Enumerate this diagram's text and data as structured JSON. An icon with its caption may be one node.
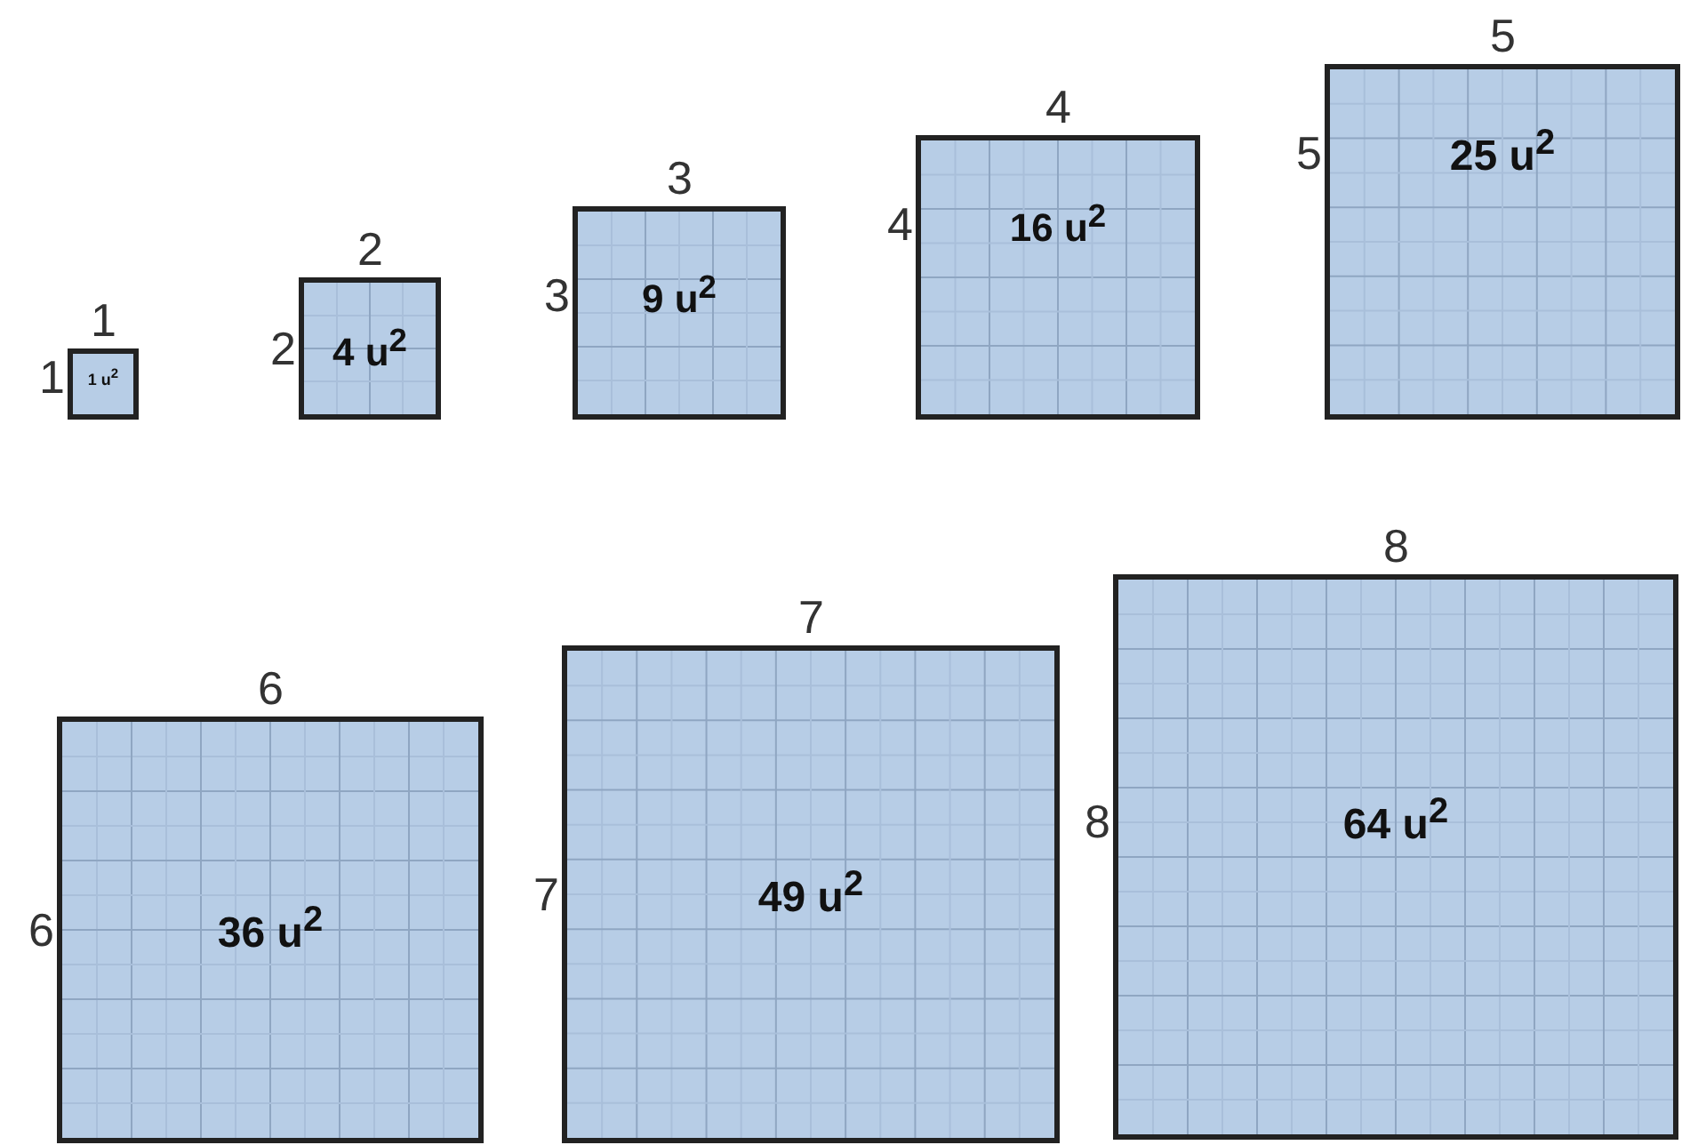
{
  "diagram": {
    "nodes": [
      {
        "text": [
          "1 u$^{2}$"
        ],
        "beside": [
          "1",
          "1"
        ]
      },
      {
        "text": [
          "4 u$^{2}$"
        ],
        "beside": [
          "2",
          "2"
        ]
      },
      {
        "text": [
          "9 u$^{2}$"
        ],
        "beside": [
          "3",
          "3"
        ]
      },
      {
        "text": [
          "16 u$^{2}$"
        ],
        "beside": [
          "4",
          "4"
        ]
      },
      {
        "text": [
          "25 u$^{2}$"
        ],
        "beside": [
          "5",
          "5"
        ]
      },
      {
        "text": [
          "36 u$^{2}$"
        ],
        "beside": [
          "6",
          "6"
        ]
      },
      {
        "text": [
          "49 u$^{2}$"
        ],
        "beside": [
          "7",
          "7"
        ]
      },
      {
        "text": [
          "64 u$^{2}$"
        ],
        "beside": [
          "8",
          "8"
        ]
      }
    ]
  }
}
